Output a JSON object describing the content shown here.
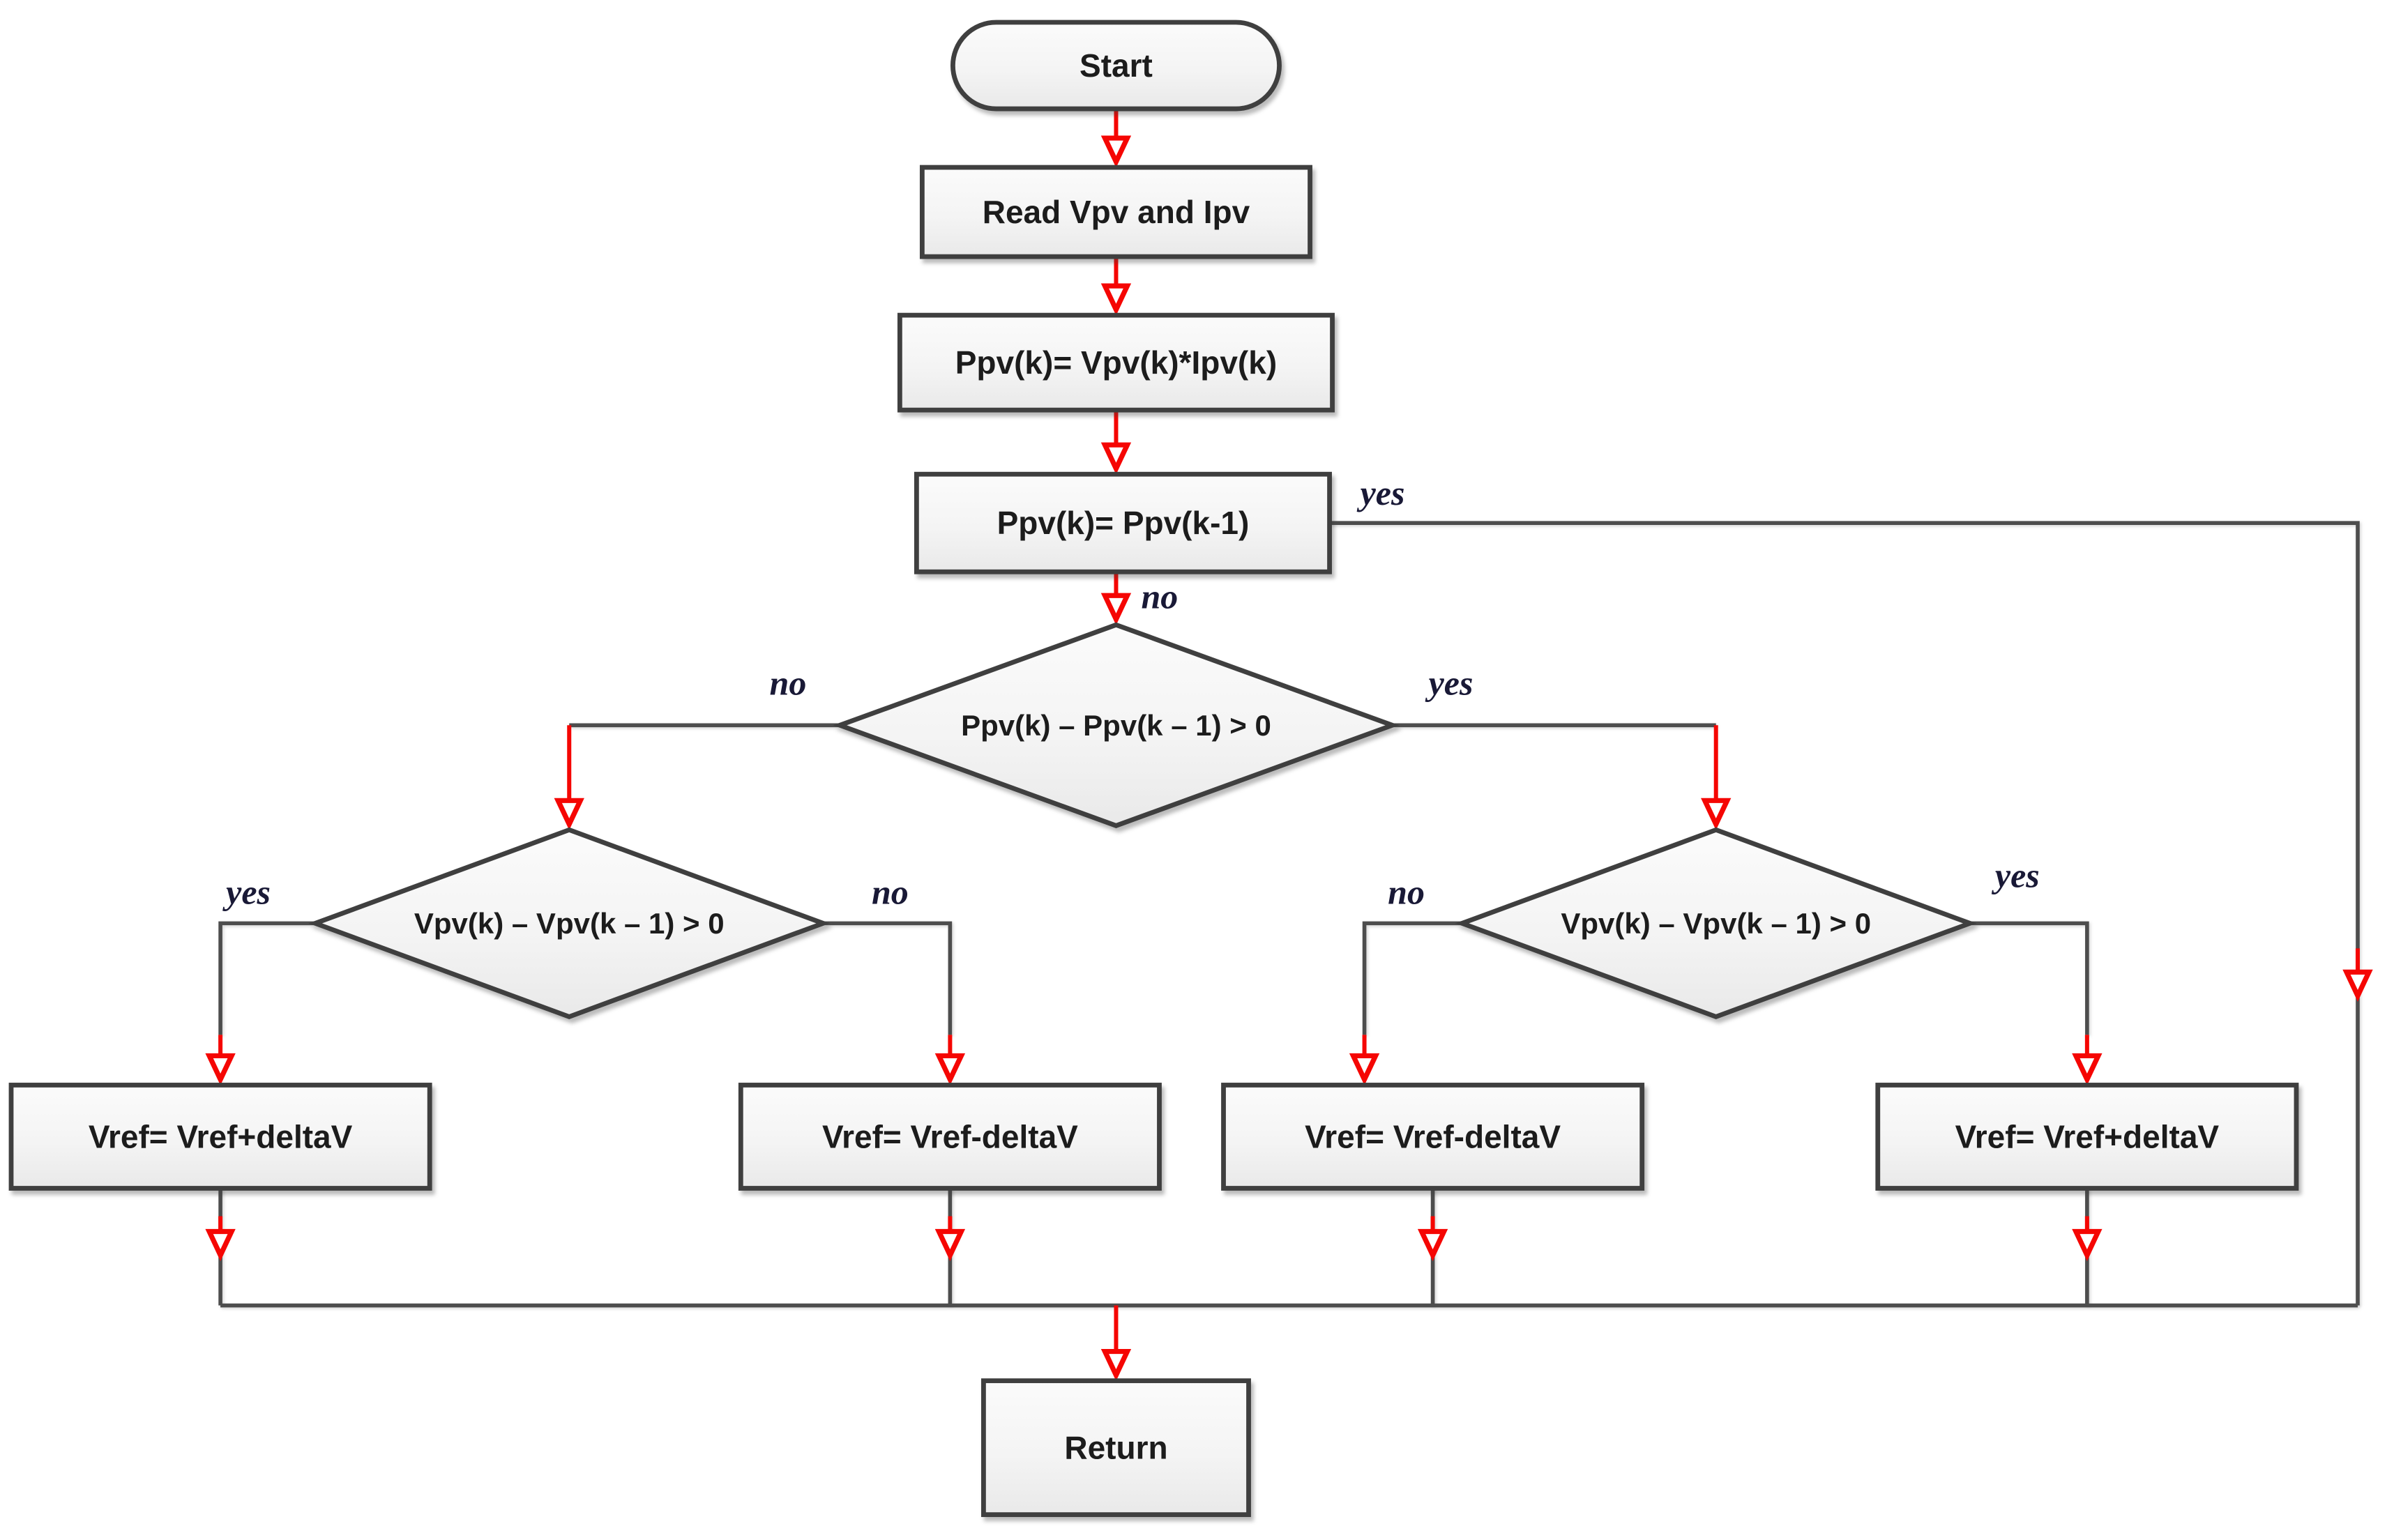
{
  "colors": {
    "accent_red": "#f50603",
    "line_gray": "#4d4d4d",
    "border_gray": "#3f3f3f",
    "label_ink": "#191936",
    "node_text": "#1c1c1c",
    "canvas_bg": "#ffffff"
  },
  "diagram": {
    "type": "flowchart",
    "description": "Perturb and Observe MPPT algorithm flowchart"
  },
  "nodes": {
    "start": {
      "label": "Start"
    },
    "read": {
      "label": "Read Vpv and Ipv"
    },
    "calc": {
      "label": "Ppv(k)= Vpv(k)*Ipv(k)"
    },
    "hold": {
      "label": "Ppv(k)= Ppv(k-1)"
    },
    "power_decision": {
      "label": "Ppv(k) – Ppv(k – 1) > 0"
    },
    "voltage_decision_left": {
      "label": "Vpv(k) – Vpv(k – 1) > 0"
    },
    "voltage_decision_right": {
      "label": "Vpv(k) – Vpv(k – 1) > 0"
    },
    "action1": {
      "label": "Vref= Vref+deltaV"
    },
    "action2": {
      "label": "Vref= Vref-deltaV"
    },
    "action3": {
      "label": "Vref= Vref-deltaV"
    },
    "action4": {
      "label": "Vref= Vref+deltaV"
    },
    "return": {
      "label": "Return"
    }
  },
  "edge_labels": {
    "hold_yes": "yes",
    "hold_no": "no",
    "power_no": "no",
    "power_yes": "yes",
    "left_yes": "yes",
    "left_no": "no",
    "right_no": "no",
    "right_yes": "yes"
  }
}
